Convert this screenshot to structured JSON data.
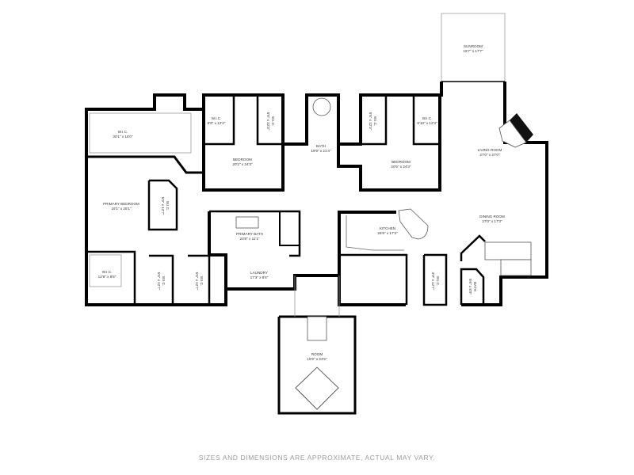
{
  "rooms": [
    {
      "name": "Sunroom",
      "dims": "16'7\" x 17'7\""
    },
    {
      "name": "W.I.C.",
      "dims": "30'1\" x 16'0\""
    },
    {
      "name": "W.I.C.",
      "dims": "6'9\" x 12'3\""
    },
    {
      "name": "W.I.C.",
      "dims": "5'8\" x 12'3\""
    },
    {
      "name": "Bath",
      "dims": "19'9\" x 21'4\""
    },
    {
      "name": "W.I.C.",
      "dims": "5'6\" x 12'3\""
    },
    {
      "name": "W.I.C.",
      "dims": "6'10\" x 12'3\""
    },
    {
      "name": "Bedroom",
      "dims": "20'2\" x 24'3\""
    },
    {
      "name": "Bedroom",
      "dims": "20'5\" x 24'3\""
    },
    {
      "name": "Living Room",
      "dims": "27'0\" x 27'0\""
    },
    {
      "name": "Primary Bedroom",
      "dims": "16'1\" x 25'1\""
    },
    {
      "name": "W.I.C.",
      "dims": "5'9\" x 12'7\""
    },
    {
      "name": "Primary Bath",
      "dims": "23'8\" x 11'1\""
    },
    {
      "name": "Kitchen",
      "dims": "26'9\" x 17'3\""
    },
    {
      "name": "Dining Room",
      "dims": "27'0\" x 17'3\""
    },
    {
      "name": "W.I.C.",
      "dims": "12'8\" x 8'8\""
    },
    {
      "name": "W.I.C.",
      "dims": "5'6\" x 12'7\""
    },
    {
      "name": "W.I.C.",
      "dims": "5'6\" x 12'7\""
    },
    {
      "name": "Laundry",
      "dims": "17'3\" x 8'6\""
    },
    {
      "name": "W.I.C.",
      "dims": "4'9\" x 12'7\""
    },
    {
      "name": "Bath",
      "dims": "5'6\" x 8'9\""
    },
    {
      "name": "Room",
      "dims": "16'9\" x 24'5\""
    }
  ],
  "footer": "SIZES AND DIMENSIONS ARE APPROXIMATE, ACTUAL MAY VARY."
}
